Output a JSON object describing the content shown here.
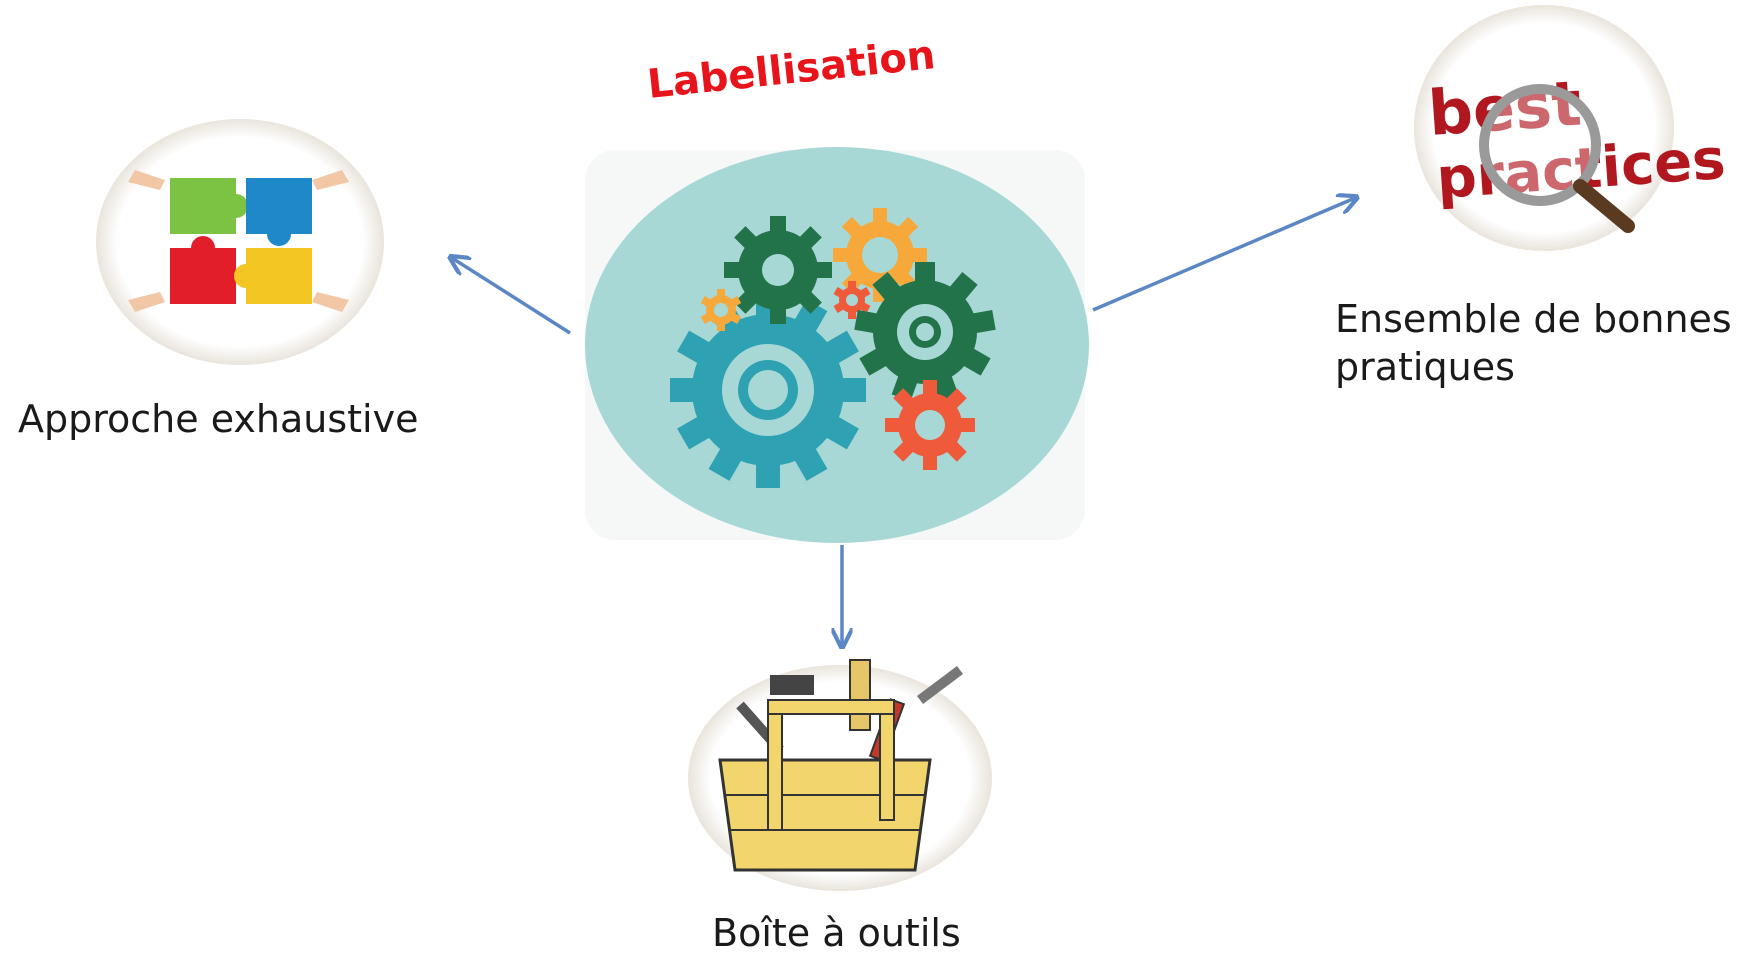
{
  "title": "Labellisation",
  "nodes": {
    "left": {
      "label": "Approche exhaustive",
      "icon": "puzzle-icon"
    },
    "right": {
      "label_line1": "Ensemble de bonnes",
      "label_line2": "pratiques",
      "icon": "magnifier-icon",
      "image_text_1": "best",
      "image_text_2": "practices"
    },
    "bottom": {
      "label": "Boîte à outils",
      "icon": "toolbox-icon"
    }
  },
  "colors": {
    "title": "#e8141b",
    "arrow": "#5b87c5",
    "hub": "#a7d8d6",
    "gear_teal": "#2ea1b3",
    "gear_green": "#23734a",
    "gear_orange": "#f6a83b",
    "gear_red": "#ef5a3a"
  }
}
